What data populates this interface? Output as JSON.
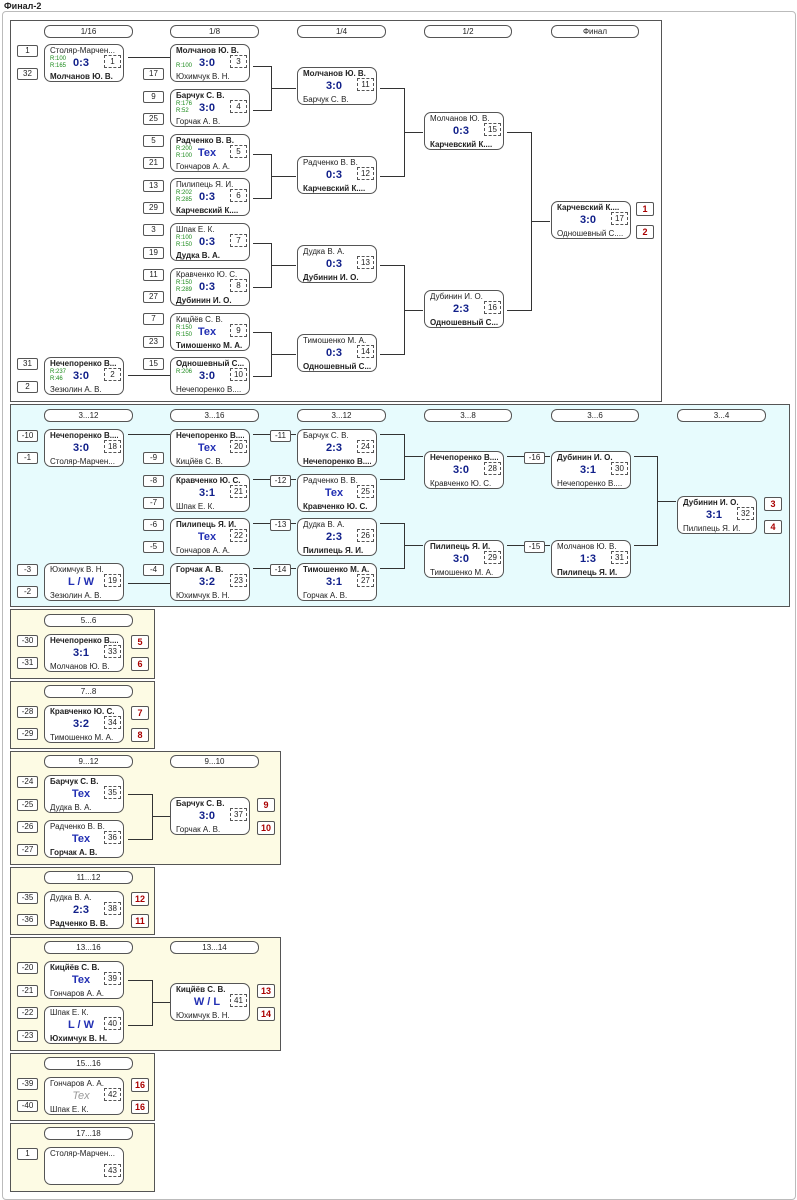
{
  "title": "Финал-2",
  "headers": {
    "h16": "1/16",
    "h8": "1/8",
    "h4": "1/4",
    "h2": "1/2",
    "hf": "Финал",
    "b312a": "3...12",
    "b316": "3...16",
    "b312b": "3...12",
    "b38": "3...8",
    "b36": "3...6",
    "b34": "3...4",
    "y56": "5...6",
    "y78": "7...8",
    "y912": "9...12",
    "y910": "9...10",
    "y1112": "11...12",
    "y1316": "13...16",
    "y1314": "13...14",
    "y1516": "15...16",
    "y1718": "17...18"
  },
  "matches": {
    "m1": {
      "p1": "Столяр-Марчен...",
      "p2": "Молчанов Ю. В.",
      "score": "0:3",
      "num": "1",
      "r1": "R:100",
      "r2": "R:165"
    },
    "m2": {
      "p1": "Нечепоренко В...",
      "p2": "Зезюлин А. В.",
      "score": "3:0",
      "num": "2",
      "r1": "R:237",
      "r2": "R:46"
    },
    "m3": {
      "p1": "Молчанов Ю. В.",
      "p2": "Юхимчук В. Н.",
      "score": "3:0",
      "num": "3",
      "r1": "R:100",
      "r2": ""
    },
    "m4": {
      "p1": "Барчук С. В.",
      "p2": "Горчак А. В.",
      "score": "3:0",
      "num": "4",
      "r1": "R:176",
      "r2": "R:52"
    },
    "m5": {
      "p1": "Радченко В. В.",
      "p2": "Гончаров А. А.",
      "score": "Tex",
      "num": "5",
      "r1": "R:200",
      "r2": "R:100"
    },
    "m6": {
      "p1": "Пилипець Я. И.",
      "p2": "Карчевский К....",
      "score": "0:3",
      "num": "6",
      "r1": "R:202",
      "r2": "R:285"
    },
    "m7": {
      "p1": "Шпак Е. К.",
      "p2": "Дудка В. А.",
      "score": "0:3",
      "num": "7",
      "r1": "R:100",
      "r2": "R:150"
    },
    "m8": {
      "p1": "Кравченко Ю. С.",
      "p2": "Дубинин И. О.",
      "score": "0:3",
      "num": "8",
      "r1": "R:150",
      "r2": "R:289"
    },
    "m9": {
      "p1": "Кицйёв С. В.",
      "p2": "Тимошенко М. А.",
      "score": "Tex",
      "num": "9",
      "r1": "R:150",
      "r2": "R:150"
    },
    "m10": {
      "p1": "Одношевный С....",
      "p2": "Нечепоренко В....",
      "score": "3:0",
      "num": "10",
      "r1": "R:206",
      "r2": ""
    },
    "m11": {
      "p1": "Молчанов Ю. В.",
      "p2": "Барчук С. В.",
      "score": "3:0",
      "num": "11"
    },
    "m12": {
      "p1": "Радченко В. В.",
      "p2": "Карчевский К....",
      "score": "0:3",
      "num": "12"
    },
    "m13": {
      "p1": "Дудка В. А.",
      "p2": "Дубинин И. О.",
      "score": "0:3",
      "num": "13"
    },
    "m14": {
      "p1": "Тимошенко М. А.",
      "p2": "Одношевный С....",
      "score": "0:3",
      "num": "14"
    },
    "m15": {
      "p1": "Молчанов Ю. В.",
      "p2": "Карчевский К....",
      "score": "0:3",
      "num": "15"
    },
    "m16": {
      "p1": "Дубинин И. О.",
      "p2": "Одношевный С....",
      "score": "2:3",
      "num": "16"
    },
    "m17": {
      "p1": "Карчевский К....",
      "p2": "Одношевный С....",
      "score": "3:0",
      "num": "17"
    },
    "m18": {
      "p1": "Нечепоренко В....",
      "p2": "Столяр-Марчен...",
      "score": "3:0",
      "num": "18"
    },
    "m19": {
      "p1": "Юхимчук В. Н.",
      "p2": "Зезюлин А. В.",
      "score": "L / W",
      "num": "19"
    },
    "m20": {
      "p1": "Нечепоренко В....",
      "p2": "Кицйёв С. В.",
      "score": "Tex",
      "num": "20"
    },
    "m21": {
      "p1": "Кравченко Ю. С.",
      "p2": "Шпак Е. К.",
      "score": "3:1",
      "num": "21"
    },
    "m22": {
      "p1": "Пилипець Я. И.",
      "p2": "Гончаров А. А.",
      "score": "Tex",
      "num": "22"
    },
    "m23": {
      "p1": "Горчак А. В.",
      "p2": "Юхимчук В. Н.",
      "score": "3:2",
      "num": "23"
    },
    "m24": {
      "p1": "Барчук С. В.",
      "p2": "Нечепоренко В....",
      "score": "2:3",
      "num": "24"
    },
    "m25": {
      "p1": "Радченко В. В.",
      "p2": "Кравченко Ю. С.",
      "score": "Tex",
      "num": "25"
    },
    "m26": {
      "p1": "Дудка В. А.",
      "p2": "Пилипець Я. И.",
      "score": "2:3",
      "num": "26"
    },
    "m27": {
      "p1": "Тимошенко М. А.",
      "p2": "Горчак А. В.",
      "score": "3:1",
      "num": "27"
    },
    "m28": {
      "p1": "Нечепоренко В....",
      "p2": "Кравченко Ю. С.",
      "score": "3:0",
      "num": "28"
    },
    "m29": {
      "p1": "Пилипець Я. И.",
      "p2": "Тимошенко М. А.",
      "score": "3:0",
      "num": "29"
    },
    "m30": {
      "p1": "Дубинин И. О.",
      "p2": "Нечепоренко В....",
      "score": "3:1",
      "num": "30"
    },
    "m31": {
      "p1": "Молчанов Ю. В.",
      "p2": "Пилипець Я. И.",
      "score": "1:3",
      "num": "31"
    },
    "m32": {
      "p1": "Дубинин И. О.",
      "p2": "Пилипець Я. И.",
      "score": "3:1",
      "num": "32"
    },
    "m33": {
      "p1": "Нечепоренко В....",
      "p2": "Молчанов Ю. В.",
      "score": "3:1",
      "num": "33"
    },
    "m34": {
      "p1": "Кравченко Ю. С.",
      "p2": "Тимошенко М. А.",
      "score": "3:2",
      "num": "34"
    },
    "m35": {
      "p1": "Барчук С. В.",
      "p2": "Дудка В. А.",
      "score": "Tex",
      "num": "35"
    },
    "m36": {
      "p1": "Радченко В. В.",
      "p2": "Горчак А. В.",
      "score": "Tex",
      "num": "36"
    },
    "m37": {
      "p1": "Барчук С. В.",
      "p2": "Горчак А. В.",
      "score": "3:0",
      "num": "37"
    },
    "m38": {
      "p1": "Дудка В. А.",
      "p2": "Радченко В. В.",
      "score": "2:3",
      "num": "38"
    },
    "m39": {
      "p1": "Кицйёв С. В.",
      "p2": "Гончаров А. А.",
      "score": "Tex",
      "num": "39"
    },
    "m40": {
      "p1": "Шпак Е. К.",
      "p2": "Юхимчук В. Н.",
      "score": "L / W",
      "num": "40"
    },
    "m41": {
      "p1": "Кицйёв С. В.",
      "p2": "Юхимчук В. Н.",
      "score": "W / L",
      "num": "41"
    },
    "m42": {
      "p1": "Гончаров А. А.",
      "p2": "Шпак Е. К.",
      "score": "Tex",
      "num": "42"
    },
    "m43": {
      "p1": "Столяр-Марчен...",
      "p2": "",
      "score": "",
      "num": "43"
    }
  },
  "seeds": {
    "s1": "1",
    "s32": "32",
    "s17": "17",
    "s9": "9",
    "s25": "25",
    "s5": "5",
    "s21": "21",
    "s13": "13",
    "s29": "29",
    "s3": "3",
    "s19": "19",
    "s11": "11",
    "s27": "27",
    "s7": "7",
    "s23": "23",
    "s31": "31",
    "s2": "2",
    "s15": "15",
    "b10": "-10",
    "b1": "-1",
    "b3": "-3",
    "b2": "-2",
    "b9": "-9",
    "b8": "-8",
    "b7": "-7",
    "b6": "-6",
    "b5": "-5",
    "b4": "-4",
    "b11": "-11",
    "b12": "-12",
    "b13": "-13",
    "b14": "-14",
    "b16": "-16",
    "b15": "-15",
    "y30": "-30",
    "y31": "-31",
    "y28": "-28",
    "y29": "-29",
    "y24": "-24",
    "y25": "-25",
    "y26": "-26",
    "y27": "-27",
    "y35": "-35",
    "y36": "-36",
    "y20": "-20",
    "y21": "-21",
    "y22": "-22",
    "y23": "-23",
    "y39": "-39",
    "y40": "-40",
    "y1": "1"
  },
  "places": {
    "p1": "1",
    "p2": "2",
    "p3": "3",
    "p4": "4",
    "p5": "5",
    "p6": "6",
    "p7": "7",
    "p8": "8",
    "p9": "9",
    "p10": "10",
    "p12": "12",
    "p11": "11",
    "p13": "13",
    "p14": "14",
    "p16a": "16",
    "p16b": "16"
  }
}
